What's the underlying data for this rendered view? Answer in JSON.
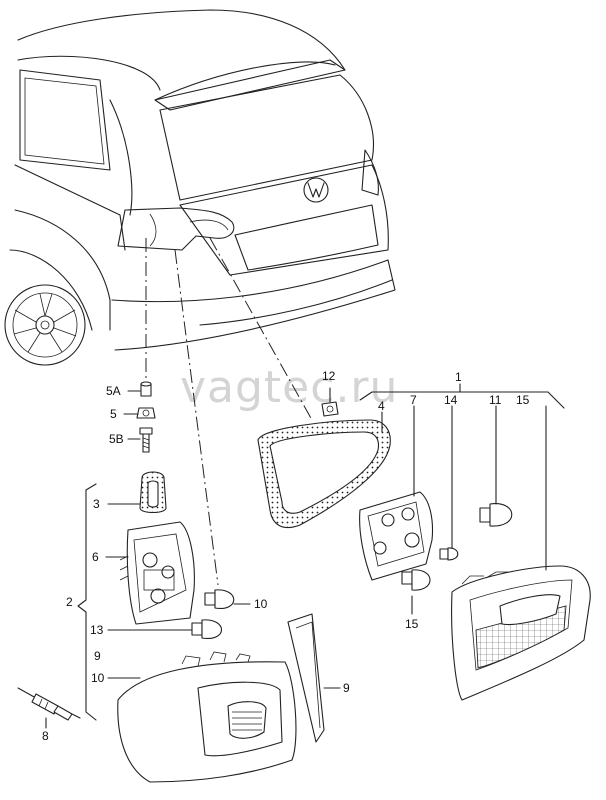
{
  "watermark": "vagtec.ru",
  "callouts": {
    "c1": "1",
    "c2": "2",
    "c3": "3",
    "c4": "4",
    "c5": "5",
    "c5a": "5A",
    "c5b": "5B",
    "c6": "6",
    "c7": "7",
    "c8": "8",
    "c9": "9",
    "c9b": "9",
    "c10a": "10",
    "c10b": "10",
    "c11": "11",
    "c12": "12",
    "c13": "13",
    "c14": "14",
    "c15a": "15",
    "c15b": "15"
  }
}
